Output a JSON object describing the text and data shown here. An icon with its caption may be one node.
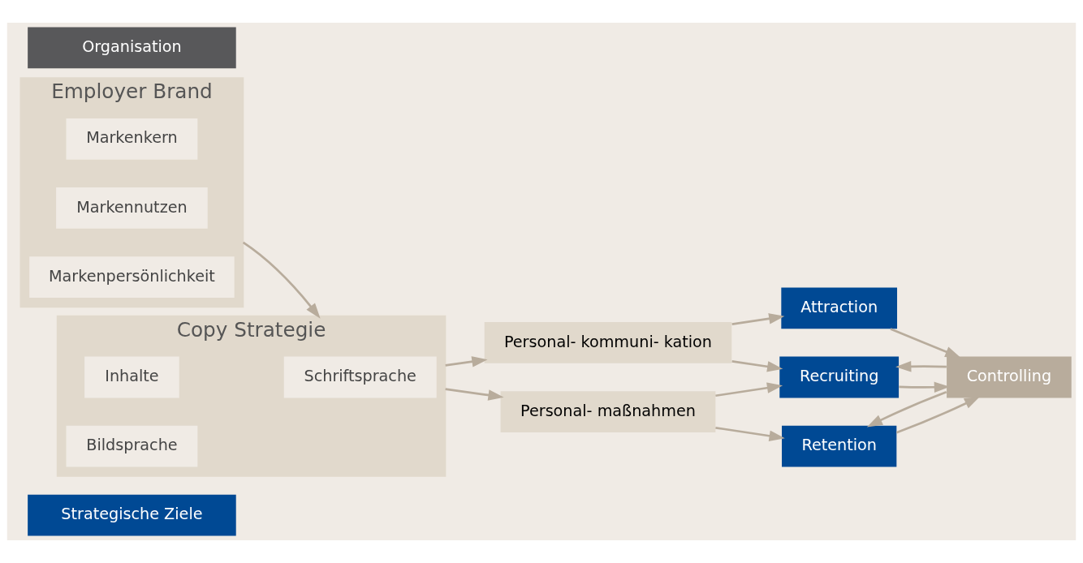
{
  "diagram": {
    "nodes": [
      {
        "text": [
          "Strategische Ziele"
        ]
      },
      {
        "text": [
          "Employer Brand"
        ]
      },
      {
        "text": [
          "Markenkern"
        ],
        "in": 1
      },
      {
        "text": [
          "Markennutzen"
        ],
        "in": 1
      },
      {
        "text": [
          "Markenpersönlichkeit"
        ],
        "in": 1
      },
      {
        "text": [
          "Copy Strategie"
        ]
      },
      {
        "text": [
          "Inhalte"
        ],
        "in": 5
      },
      {
        "text": [
          "Schriftsprache"
        ],
        "in": 5
      },
      {
        "text": [
          "Bildsprache"
        ],
        "in": 5
      },
      {
        "text": [
          "Personal- kommuni- kation"
        ]
      },
      {
        "text": [
          "Personal- maßnahmen"
        ]
      },
      {
        "text": [
          "Attraction"
        ]
      },
      {
        "text": [
          "Recruiting"
        ]
      },
      {
        "text": [
          "Retention"
        ]
      },
      {
        "text": [
          "Controlling"
        ]
      },
      {
        "text": [
          "Organisation"
        ]
      }
    ],
    "edges": [
      {
        "from": 1,
        "to": 5,
        "arrow": "to"
      },
      {
        "from": 5,
        "to": 9,
        "arrow": "to"
      },
      {
        "from": 5,
        "to": 10,
        "arrow": "to"
      },
      {
        "from": 9,
        "to": 11,
        "arrow": "to"
      },
      {
        "from": 9,
        "to": 12,
        "arrow": "to"
      },
      {
        "from": 10,
        "to": 12,
        "arrow": "to"
      },
      {
        "from": 10,
        "to": 13,
        "arrow": "to"
      },
      {
        "from": 11,
        "to": 14,
        "arrow": "to"
      },
      {
        "from": 12,
        "to": 14,
        "arrow": "to"
      },
      {
        "from": 13,
        "to": 14,
        "arrow": "to"
      },
      {
        "from": 14,
        "to": 12,
        "arrow": "to"
      },
      {
        "from": 14,
        "to": 13,
        "arrow": "to"
      }
    ]
  }
}
